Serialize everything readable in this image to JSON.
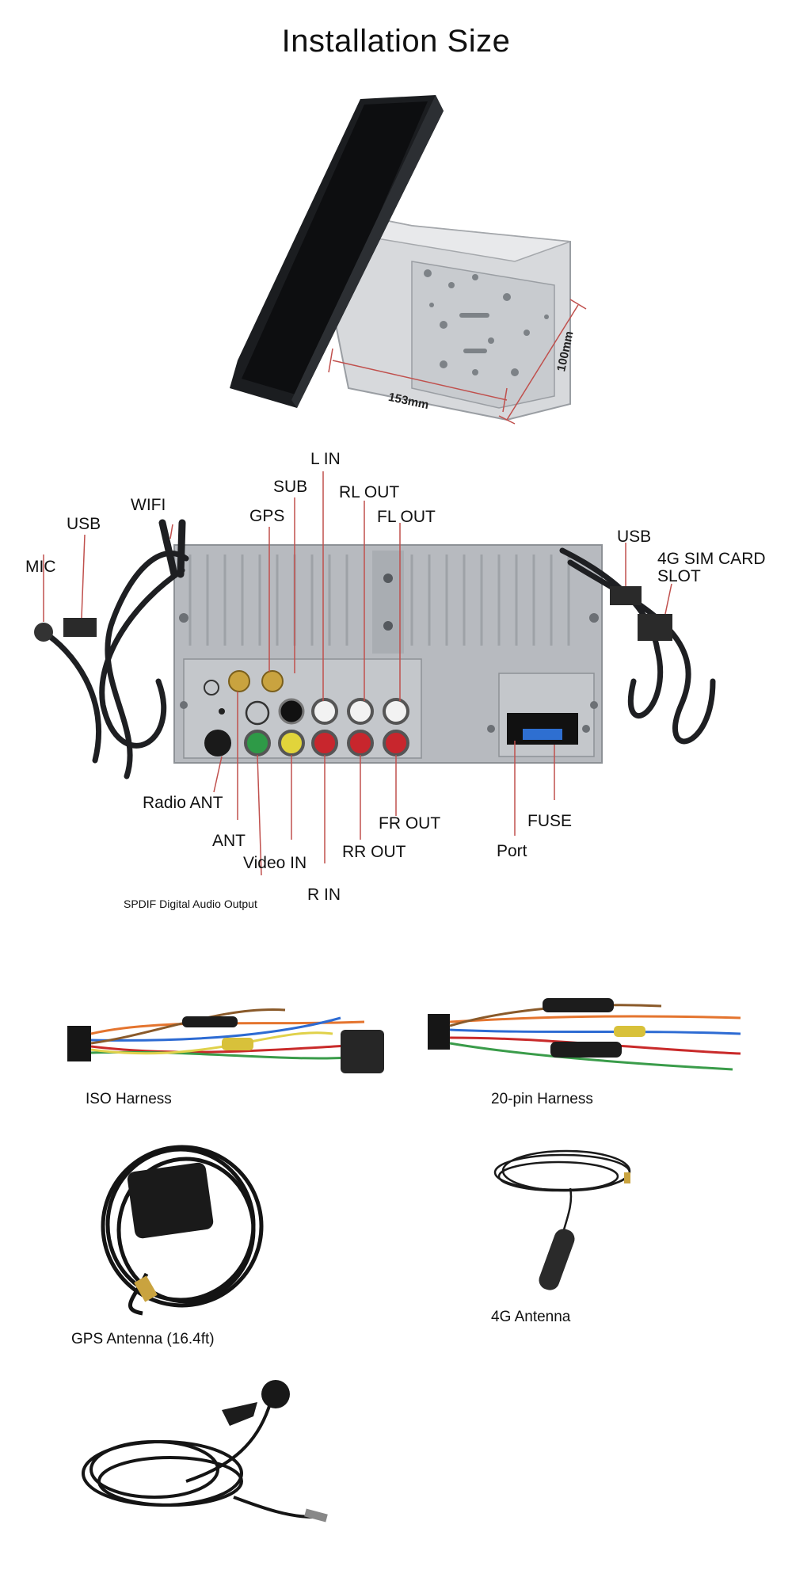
{
  "page_title": "Installation Size",
  "dimensions": {
    "width_label": "153mm",
    "height_label": "100mm"
  },
  "ports": {
    "l_in": "L IN",
    "sub": "SUB",
    "rl_out": "RL OUT",
    "wifi": "WIFI",
    "gps": "GPS",
    "fl_out": "FL OUT",
    "usb_left": "USB",
    "mic": "MIC",
    "usb_right": "USB",
    "sim_slot_line1": "4G SIM CARD",
    "sim_slot_line2": "SLOT",
    "radio_ant": "Radio ANT",
    "ant": "ANT",
    "video_in": "Video IN",
    "spdif": "SPDIF Digital Audio Output",
    "r_in": "R IN",
    "rr_out": "RR OUT",
    "fr_out": "FR OUT",
    "port": "Port",
    "fuse": "FUSE"
  },
  "accessories": {
    "iso_harness": "ISO Harness",
    "pin20_harness": "20-pin Harness",
    "gps_antenna": "GPS Antenna (16.4ft)",
    "antenna_4g": "4G Antenna"
  },
  "colors": {
    "dimension_line": "#c0504d",
    "callout_line": "#c0504d",
    "panel_metal": "#b7babf"
  }
}
